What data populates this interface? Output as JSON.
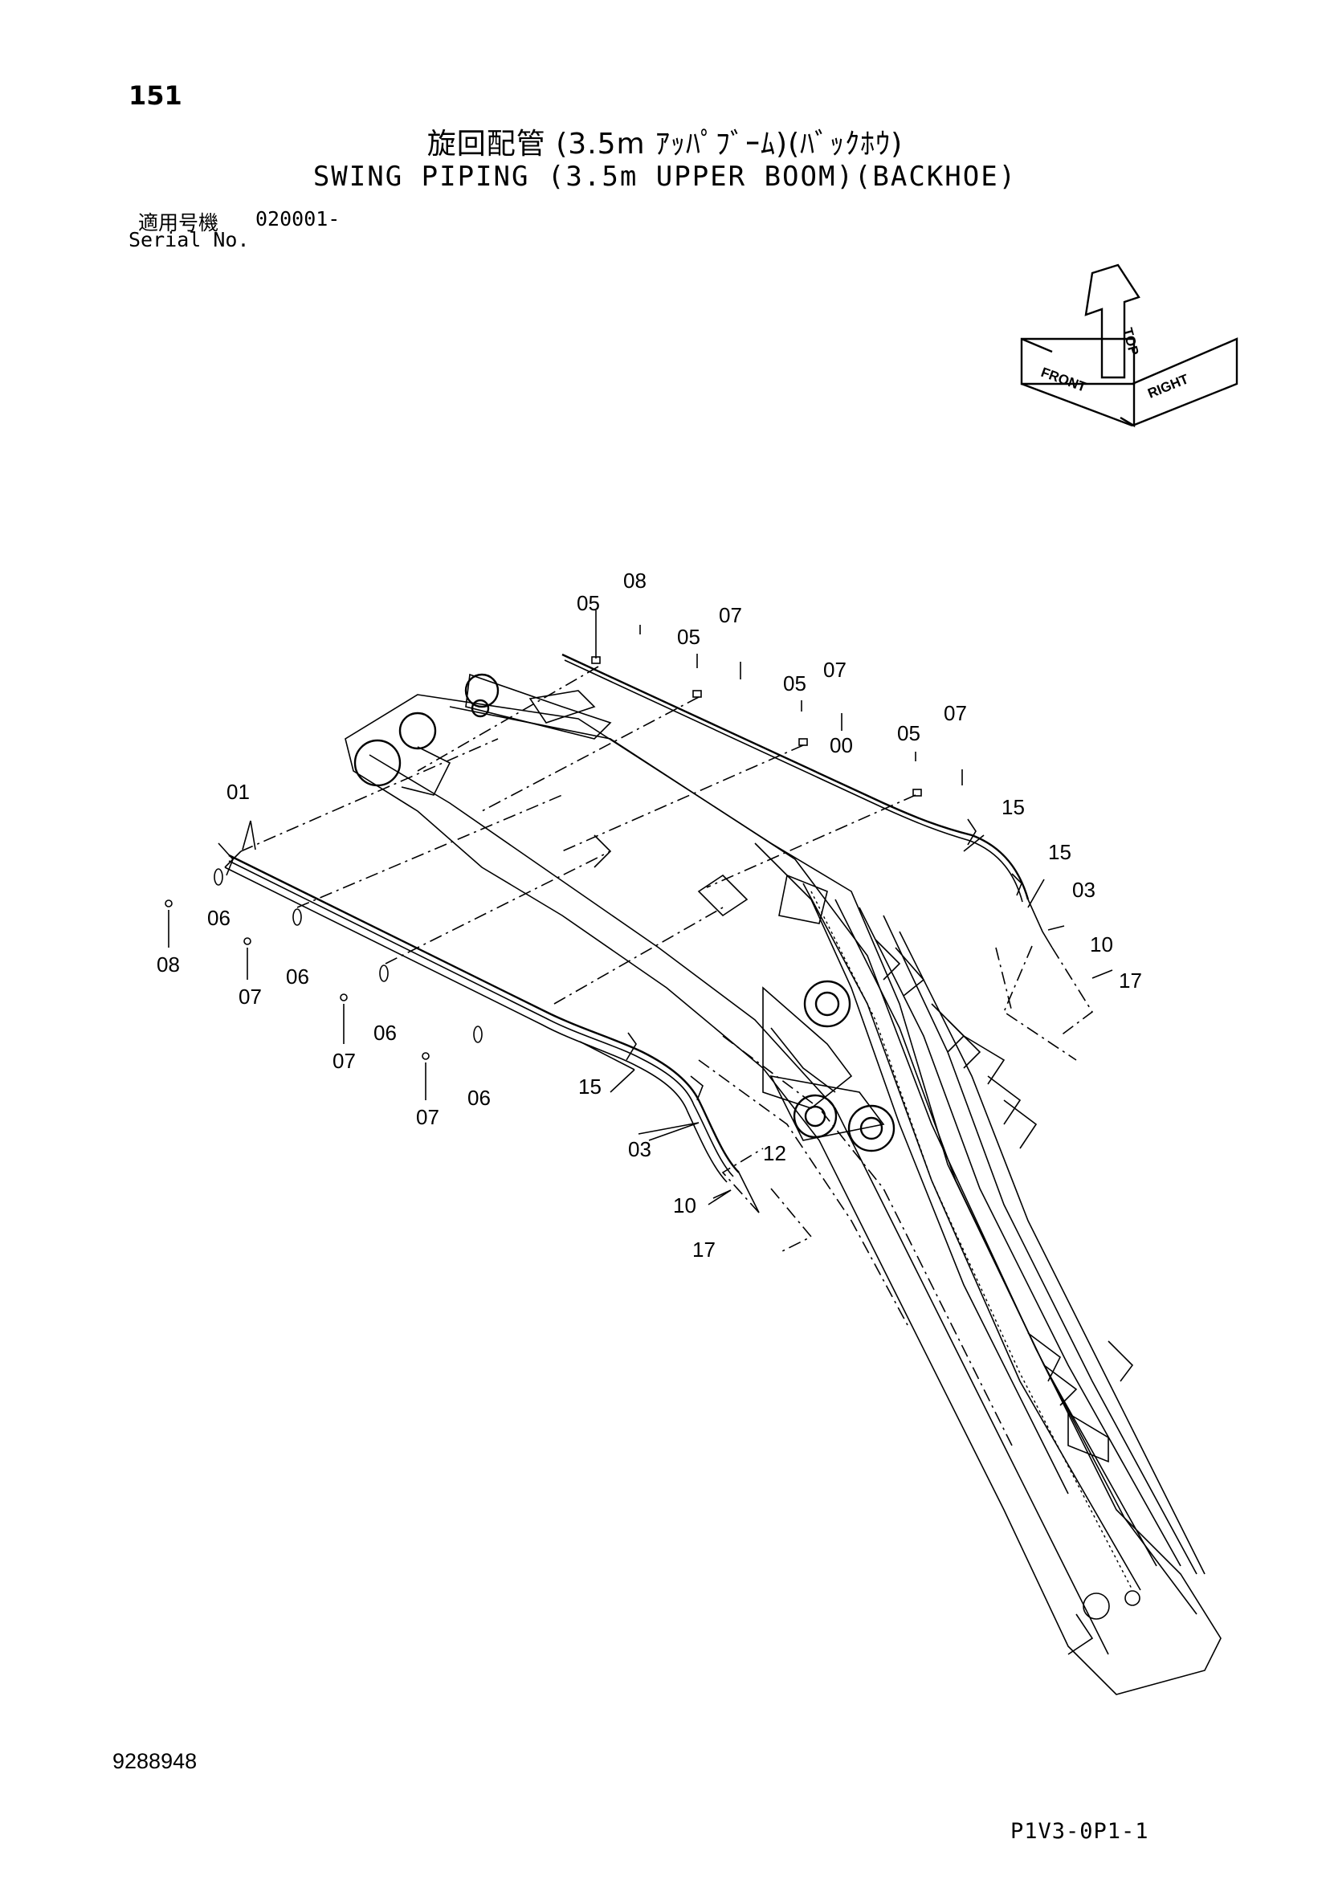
{
  "page_number": "151",
  "title_jp": "旋回配管 (3.5m ｱｯﾊﾟﾌﾞｰﾑ)(ﾊﾞｯｸﾎｳ)",
  "title_en": "SWING PIPING (3.5m UPPER BOOM)(BACKHOE)",
  "serial": {
    "label_jp": "適用号機",
    "value": "020001-",
    "label_en": "Serial No."
  },
  "orientation_indicator": {
    "top": "TOP",
    "front": "FRONT",
    "right": "RIGHT"
  },
  "part_callouts": {
    "p00": "00",
    "p01": "01",
    "p03": "03",
    "p05": "05",
    "p06": "06",
    "p07": "07",
    "p08": "08",
    "p10": "10",
    "p12": "12",
    "p15": "15",
    "p17": "17"
  },
  "doc_number": "9288948",
  "page_code": "P1V3-0P1-1"
}
